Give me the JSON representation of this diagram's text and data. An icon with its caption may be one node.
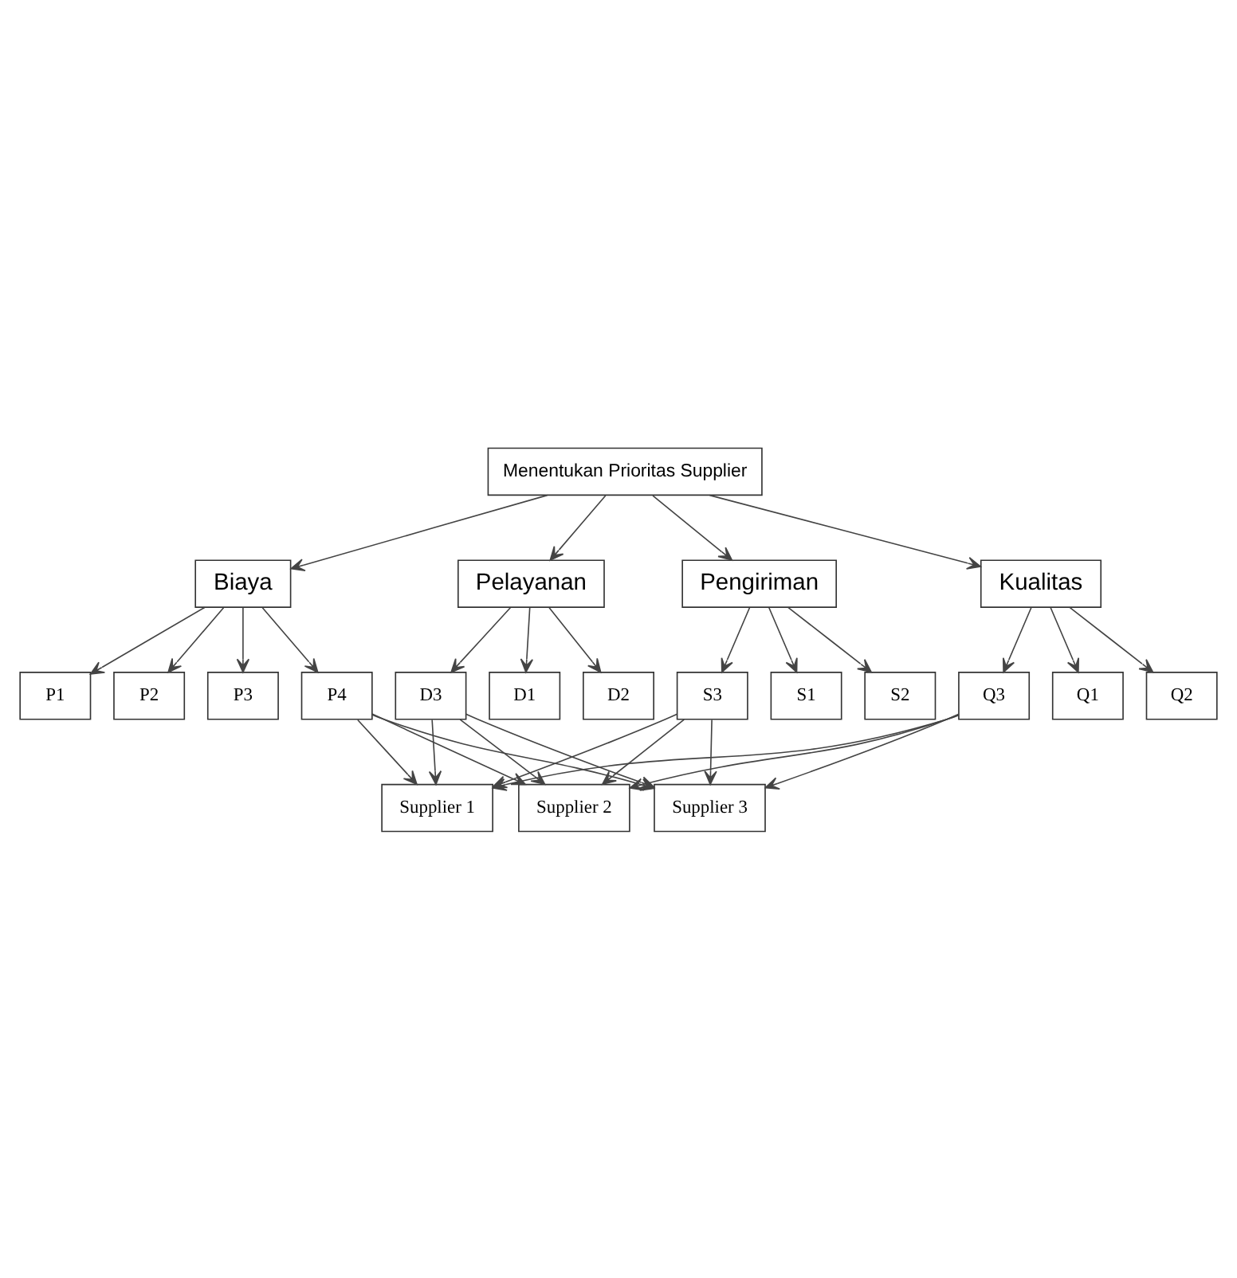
{
  "diagram": {
    "nodes": [
      {
        "text": [
          "Menentukan Prioritas Supplier"
        ]
      },
      {
        "text": [
          "Biaya"
        ]
      },
      {
        "text": [
          "Kualitas"
        ]
      },
      {
        "text": [
          "Pengiriman"
        ]
      },
      {
        "text": [
          "Pelayanan"
        ]
      },
      {
        "text": [
          "P1"
        ]
      },
      {
        "text": [
          "P2"
        ]
      },
      {
        "text": [
          "P3"
        ]
      },
      {
        "text": [
          "P4"
        ]
      },
      {
        "text": [
          "Q1"
        ]
      },
      {
        "text": [
          "Q2"
        ]
      },
      {
        "text": [
          "Q3"
        ]
      },
      {
        "text": [
          "S1"
        ]
      },
      {
        "text": [
          "S2"
        ]
      },
      {
        "text": [
          "S3"
        ]
      },
      {
        "text": [
          "D1"
        ]
      },
      {
        "text": [
          "D2"
        ]
      },
      {
        "text": [
          "D3"
        ]
      },
      {
        "text": [
          "Supplier 1"
        ]
      },
      {
        "text": [
          "Supplier 2"
        ]
      },
      {
        "text": [
          "Supplier 3"
        ]
      }
    ],
    "edges": [
      {
        "from": 0,
        "to": 1,
        "arrow": "to"
      },
      {
        "from": 0,
        "to": 2,
        "arrow": "to"
      },
      {
        "from": 0,
        "to": 3,
        "arrow": "to"
      },
      {
        "from": 0,
        "to": 4,
        "arrow": "to"
      },
      {
        "from": 1,
        "to": 5,
        "arrow": "to"
      },
      {
        "from": 1,
        "to": 6,
        "arrow": "to"
      },
      {
        "from": 1,
        "to": 7,
        "arrow": "to"
      },
      {
        "from": 1,
        "to": 8,
        "arrow": "to"
      },
      {
        "from": 2,
        "to": 9,
        "arrow": "to"
      },
      {
        "from": 2,
        "to": 10,
        "arrow": "to"
      },
      {
        "from": 2,
        "to": 11,
        "arrow": "to"
      },
      {
        "from": 3,
        "to": 12,
        "arrow": "to"
      },
      {
        "from": 3,
        "to": 13,
        "arrow": "to"
      },
      {
        "from": 3,
        "to": 14,
        "arrow": "to"
      },
      {
        "from": 4,
        "to": 15,
        "arrow": "to"
      },
      {
        "from": 4,
        "to": 16,
        "arrow": "to"
      },
      {
        "from": 4,
        "to": 17,
        "arrow": "to"
      },
      {
        "from": 8,
        "to": 18,
        "arrow": "to"
      },
      {
        "from": 8,
        "to": 19,
        "arrow": "to"
      },
      {
        "from": 8,
        "to": 20,
        "arrow": "to"
      },
      {
        "from": 11,
        "to": 18,
        "arrow": "to"
      },
      {
        "from": 11,
        "to": 19,
        "arrow": "to"
      },
      {
        "from": 11,
        "to": 20,
        "arrow": "to"
      },
      {
        "from": 14,
        "to": 18,
        "arrow": "to"
      },
      {
        "from": 14,
        "to": 19,
        "arrow": "to"
      },
      {
        "from": 14,
        "to": 20,
        "arrow": "to"
      },
      {
        "from": 17,
        "to": 18,
        "arrow": "to"
      },
      {
        "from": 17,
        "to": 19,
        "arrow": "to"
      },
      {
        "from": 17,
        "to": 20,
        "arrow": "to"
      }
    ]
  }
}
